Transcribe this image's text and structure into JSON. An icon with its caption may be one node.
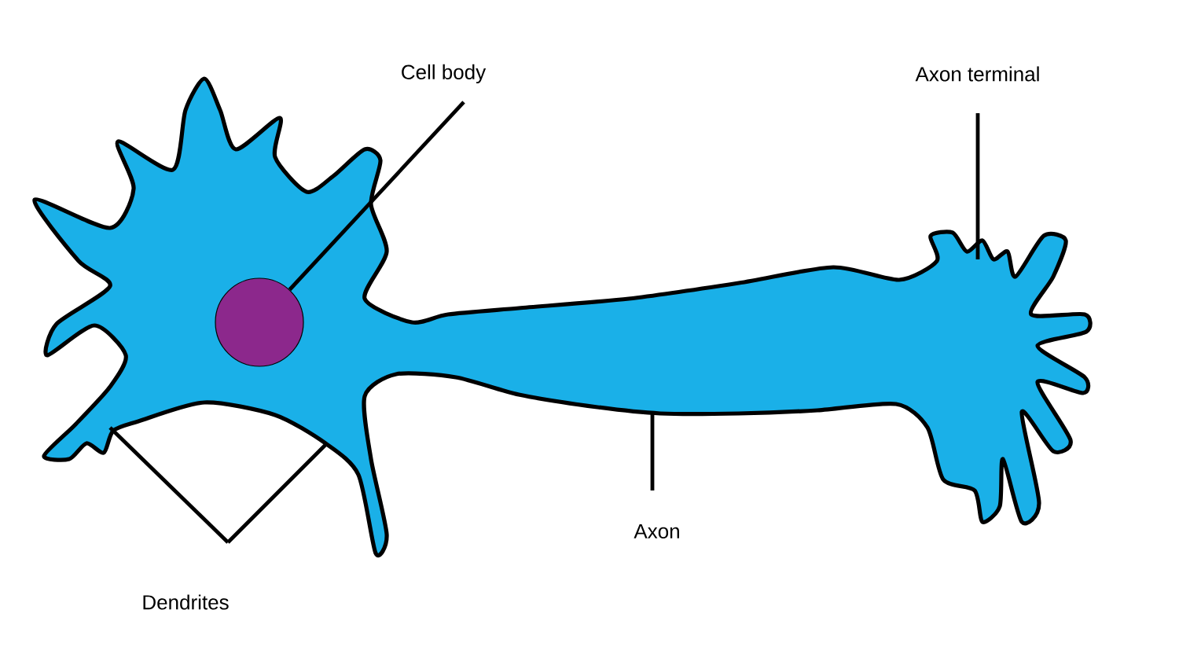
{
  "diagram": {
    "nodes": [
      {
        "text": [
          "Cell body"
        ]
      },
      {
        "text": [],
        "shape": "circle"
      },
      {
        "text": [
          "Axon terminal"
        ]
      },
      {
        "text": [
          "Axon"
        ]
      },
      {
        "text": [
          "Dendrites"
        ]
      }
    ],
    "edges": [
      {
        "from": 0,
        "to": 1,
        "arrow": "none"
      },
      {
        "from": 2,
        "to": null,
        "arrow": "none"
      },
      {
        "from": 3,
        "to": null,
        "arrow": "none"
      },
      {
        "from": 4,
        "to": null,
        "arrow": "none"
      },
      {
        "from": 4,
        "to": null,
        "arrow": "none"
      }
    ]
  }
}
